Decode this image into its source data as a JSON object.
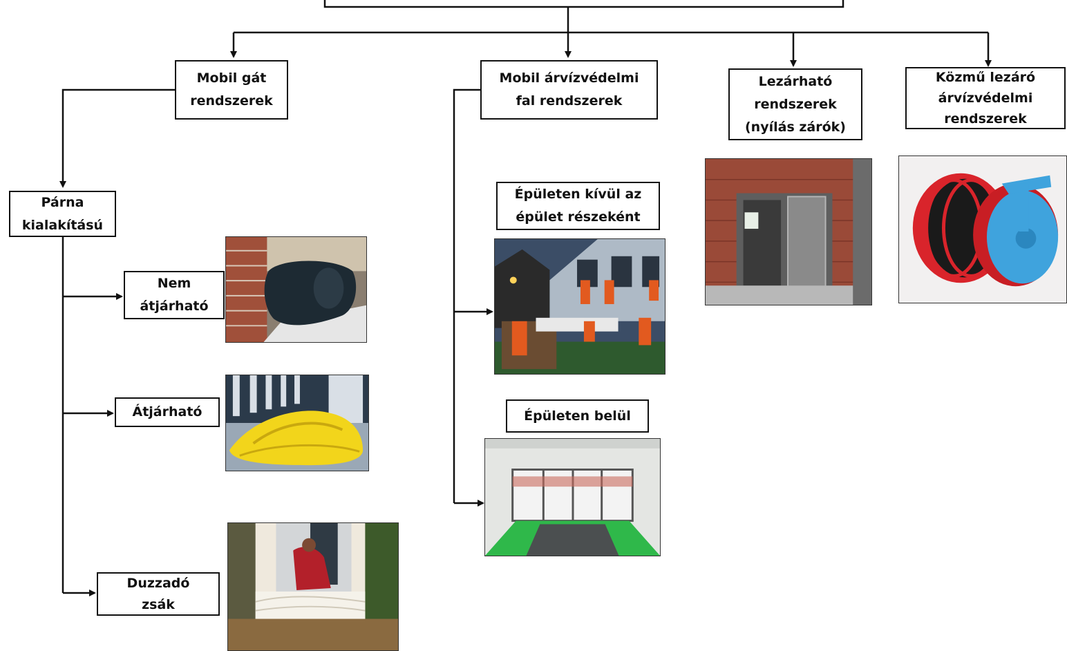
{
  "nodes": {
    "mobil_gat": {
      "line1": "Mobil gát",
      "line2": "rendszerek"
    },
    "mobil_fal": {
      "line1": "Mobil árvízvédelmi",
      "line2": "fal rendszerek"
    },
    "lezarhato": {
      "line1": "Lezárható",
      "line2": "rendszerek",
      "line3": "(nyílás zárók)"
    },
    "kozmu": {
      "line1": "Közmű lezáró",
      "line2": "árvízvédelmi",
      "line3": "rendszerek"
    },
    "parna": {
      "line1": "Párna",
      "line2": "kialakítású"
    },
    "nem_atjarhato": {
      "line1": "Nem",
      "line2": "átjárható"
    },
    "atjarhato": {
      "line1": "Átjárható"
    },
    "duzzado": {
      "line1": "Duzzadó",
      "line2": "zsák"
    },
    "kivul": {
      "line1": "Épületen kívül az",
      "line2": "épület részeként"
    },
    "belul": {
      "line1": "Épületen belül"
    }
  },
  "colors": {
    "line": "#111111",
    "box_border": "#111111",
    "tube_black": "#1d2a33",
    "dam_yellow": "#f2d51b",
    "wall_brick": "#a0503a",
    "floor_green": "#2fb84a",
    "hose_red": "#d9242b",
    "hose_blue": "#3fa3dd"
  }
}
